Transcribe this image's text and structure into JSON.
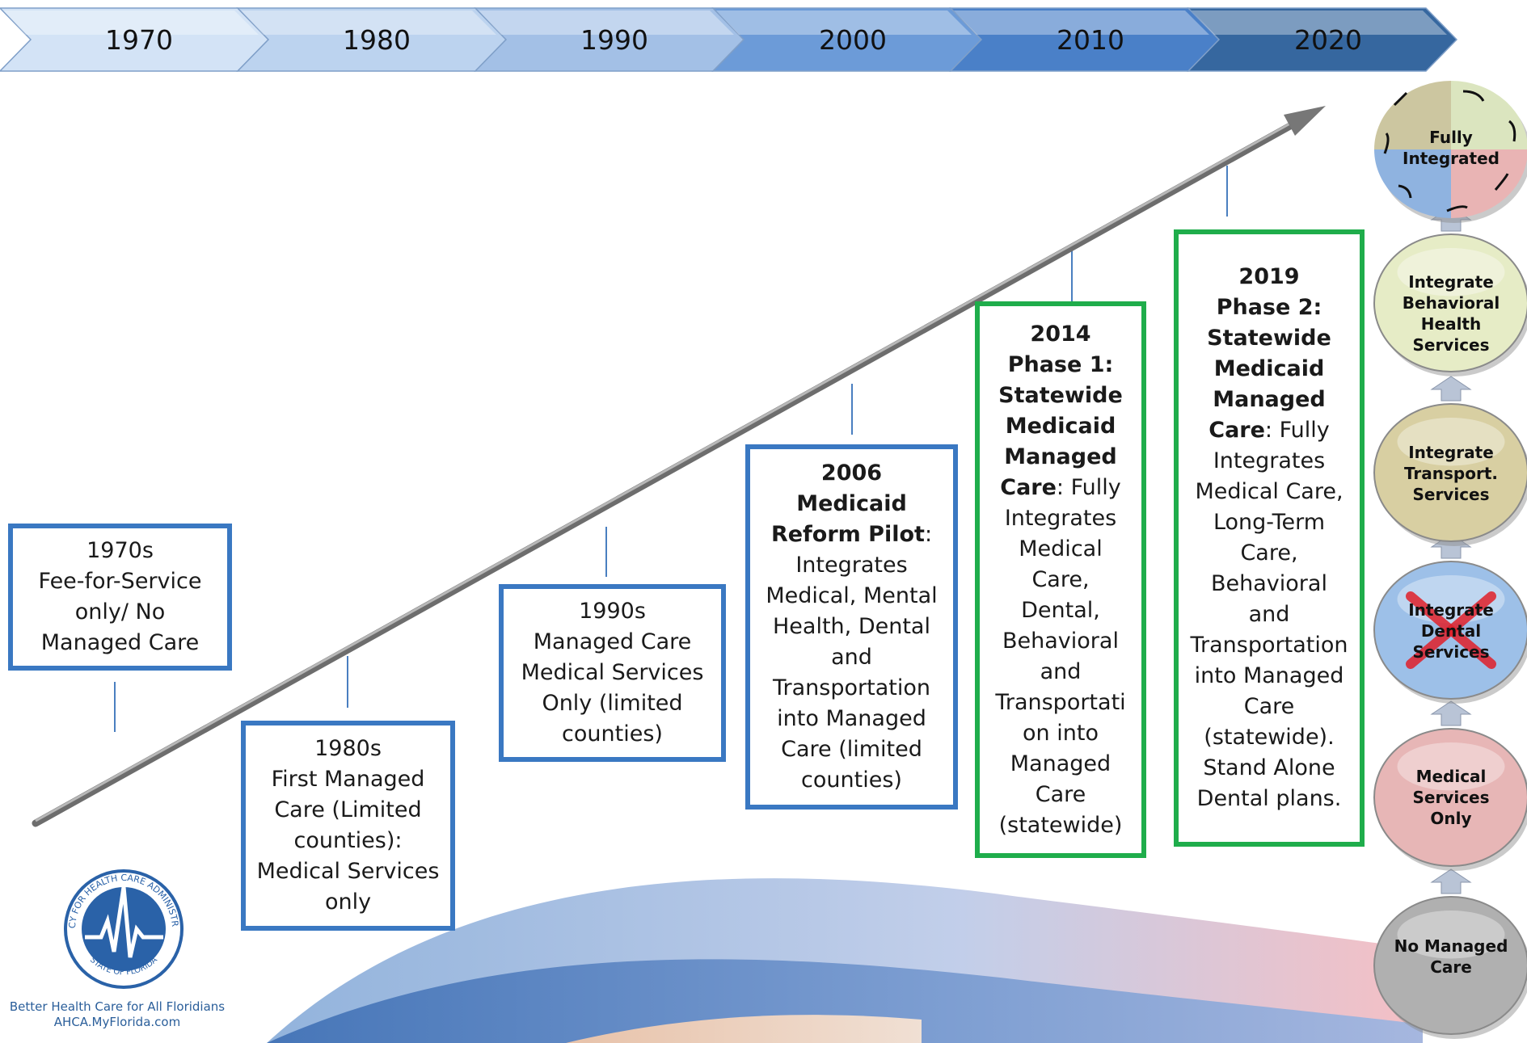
{
  "timeline": {
    "years": [
      "1970",
      "1980",
      "1990",
      "2000",
      "2010",
      "2020"
    ],
    "arrow_colors": [
      "#d3e3f6",
      "#bcd3ef",
      "#a3c0e6",
      "#6c9bd8",
      "#4a80c8",
      "#36679f"
    ]
  },
  "boxes": [
    {
      "lines": [
        {
          "t": "1970s"
        },
        {
          "t": "Fee-for-Service"
        },
        {
          "t": "only/ No"
        },
        {
          "t": "Managed Care"
        }
      ]
    },
    {
      "lines": [
        {
          "t": "1980s"
        },
        {
          "t": "First Managed"
        },
        {
          "t": "Care (Limited"
        },
        {
          "t": "counties):"
        },
        {
          "t": "Medical Services"
        },
        {
          "t": "only"
        }
      ]
    },
    {
      "lines": [
        {
          "t": "1990s"
        },
        {
          "t": "Managed Care"
        },
        {
          "t": "Medical Services"
        },
        {
          "t": "Only (limited"
        },
        {
          "t": "counties)"
        }
      ]
    },
    {
      "lines": [
        {
          "b": "2006"
        },
        {
          "b": "Medicaid"
        },
        {
          "b": "Reform Pilot",
          "t": ":"
        },
        {
          "t": "Integrates"
        },
        {
          "t": "Medical, Mental"
        },
        {
          "t": "Health, Dental"
        },
        {
          "t": "and"
        },
        {
          "t": "Transportation"
        },
        {
          "t": "into Managed"
        },
        {
          "t": "Care (limited"
        },
        {
          "t": "counties)"
        }
      ]
    },
    {
      "lines": [
        {
          "b": "2014"
        },
        {
          "b": "Phase 1:"
        },
        {
          "b": "Statewide"
        },
        {
          "b": "Medicaid"
        },
        {
          "b": "Managed"
        },
        {
          "b": "Care",
          "t": ": Fully"
        },
        {
          "t": "Integrates"
        },
        {
          "t": "Medical"
        },
        {
          "t": "Care,"
        },
        {
          "t": "Dental,"
        },
        {
          "t": "Behavioral"
        },
        {
          "t": "and"
        },
        {
          "t": "Transportati"
        },
        {
          "t": "on into"
        },
        {
          "t": "Managed"
        },
        {
          "t": "Care"
        },
        {
          "t": "(statewide)"
        }
      ]
    },
    {
      "lines": [
        {
          "b": "2019"
        },
        {
          "b": "Phase 2:"
        },
        {
          "b": "Statewide"
        },
        {
          "b": "Medicaid"
        },
        {
          "b": "Managed"
        },
        {
          "b": "Care",
          "t": ": Fully"
        },
        {
          "t": "Integrates"
        },
        {
          "t": "Medical Care,"
        },
        {
          "t": "Long-Term"
        },
        {
          "t": "Care,"
        },
        {
          "t": "Behavioral"
        },
        {
          "t": "and"
        },
        {
          "t": "Transportation"
        },
        {
          "t": "into Managed"
        },
        {
          "t": "Care"
        },
        {
          "t": "(statewide)."
        },
        {
          "t": " "
        },
        {
          "t": "Stand Alone"
        },
        {
          "t": "Dental plans."
        }
      ]
    }
  ],
  "stack": [
    {
      "label": "Fully Integrated",
      "color": "#eef2e0"
    },
    {
      "label": "Integrate Behavioral Health Services",
      "color": "#e6ecc6"
    },
    {
      "label": "Integrate Transport. Services",
      "color": "#d8cfa2"
    },
    {
      "label": "Integrate Dental Services",
      "color": "#9dc0e8",
      "crossed": true
    },
    {
      "label": "Medical Services Only",
      "color": "#e7b6b6"
    },
    {
      "label": "No Managed Care",
      "color": "#b0b0b0"
    }
  ],
  "logo": {
    "ring_text": "AGENCY FOR HEALTH CARE ADMINISTRATION",
    "bottom_text": "STATE OF FLORIDA",
    "tagline": "Better Health Care for All Floridians",
    "url": "AHCA.MyFlorida.com"
  }
}
